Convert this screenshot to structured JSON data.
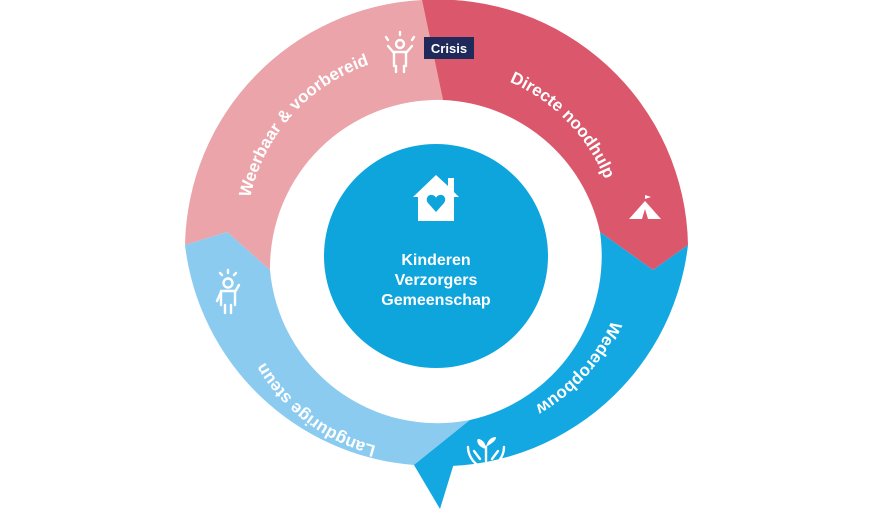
{
  "center": {
    "lines": [
      "Kinderen",
      "Verzorgers",
      "Gemeenschap"
    ],
    "color": "#0ea5dd",
    "icon": "house-heart-icon"
  },
  "crisis_badge": {
    "label": "Crisis",
    "color": "#1f2a5a"
  },
  "phases": [
    {
      "label": "Directe noodhulp",
      "color": "#db576b",
      "icon": "tent-icon"
    },
    {
      "label": "Wederopbouw",
      "color": "#13a8e2",
      "icon": "hands-sprout-icon"
    },
    {
      "label": "Langdurige steun",
      "color": "#8ccbf0",
      "icon": "person-idea-icon"
    },
    {
      "label": "Weerbaar & voorbereid",
      "color": "#eba4a9",
      "icon": "person-sparkle-icon"
    }
  ]
}
